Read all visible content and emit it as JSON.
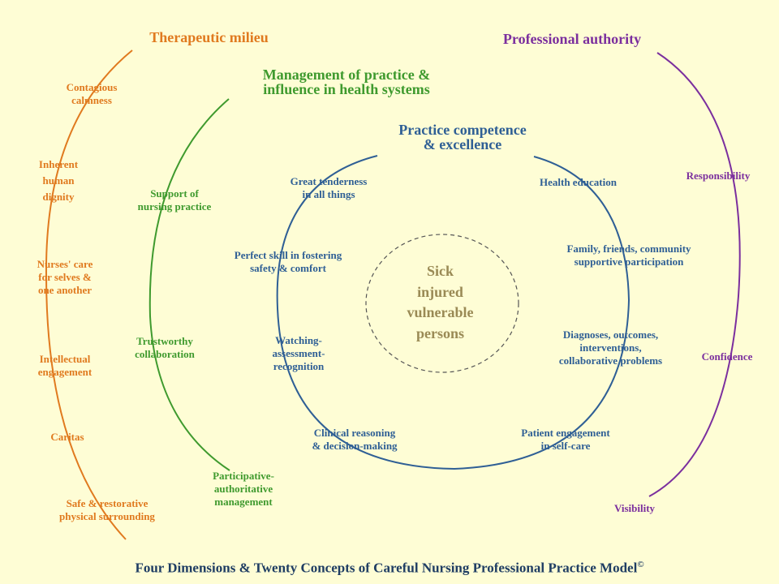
{
  "colors": {
    "background": "#fefdd5",
    "therapeutic_milieu": "#e07a1f",
    "management_of_practice": "#3f9a2e",
    "practice_competence": "#2f5f95",
    "professional_authority": "#7b2f9e",
    "center": "#9a8a55"
  },
  "dimensions": {
    "therapeutic_milieu": {
      "title": "Therapeutic  milieu",
      "concepts": [
        "Contagious\ncalmness",
        "Inherent\nhuman\ndignity",
        "Nurses' care\nfor  selves &\none another",
        "Intellectual\nengagement",
        "Caritas",
        "Safe & restorative\nphysical surrounding"
      ]
    },
    "management_of_practice": {
      "title": "Management of practice &\ninfluence  in  health systems",
      "concepts": [
        "Support  of\nnursing practice",
        "Trustworthy\ncollaboration",
        "Participative-\nauthoritative\nmanagement"
      ]
    },
    "practice_competence": {
      "title": "Practice competence\n& excellence",
      "concepts": [
        "Great tenderness\nin all things",
        "Perfect skill in fostering\nsafety  & comfort",
        "Watching-\nassessment-\nrecognition",
        "Clinical  reasoning\n& decision-making",
        "Health education",
        "Family,  friends,  community\nsupportive  participation",
        "Diagnoses, outcomes,\ninterventions,\ncollaborative  problems",
        "Patient engagement\nin self-care"
      ]
    },
    "professional_authority": {
      "title": "Professional  authority",
      "concepts": [
        "Responsibility",
        "Confidence",
        "Visibility"
      ]
    }
  },
  "center": {
    "text": "Sick\ninjured\nvulnerable\npersons"
  },
  "footer": {
    "text": "Four Dimensions  & Twenty  Concepts of Careful Nursing  Professional  Practice Model",
    "mark": "©"
  }
}
